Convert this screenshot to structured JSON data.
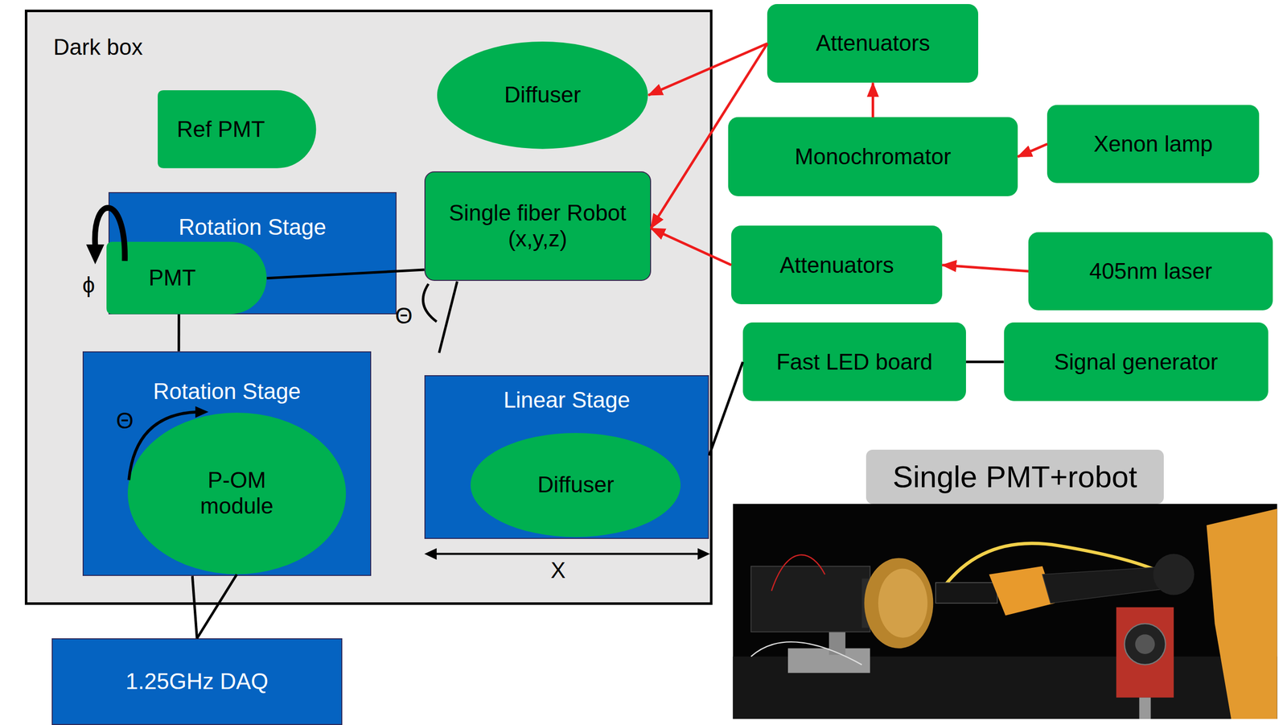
{
  "diagram": {
    "nodes": [
      {
        "text": [
          "Dark box"
        ]
      },
      {
        "text": [
          "Ref PMT"
        ],
        "in": 0
      },
      {
        "text": [
          "Diffuser"
        ],
        "in": 0
      },
      {
        "text": [
          "Rotation Stage"
        ],
        "in": 0
      },
      {
        "text": [
          "PMT"
        ],
        "in": 3
      },
      {
        "text": [
          "Single fiber Robot (x,y,z)"
        ],
        "in": 0
      },
      {
        "text": [
          "Rotation Stage"
        ],
        "in": 0
      },
      {
        "text": [
          "P-OM module"
        ],
        "in": 6
      },
      {
        "text": [
          "Linear Stage"
        ],
        "in": 0
      },
      {
        "text": [
          "Diffuser"
        ],
        "in": 8
      },
      {
        "text": [
          "1.25GHz DAQ"
        ]
      },
      {
        "text": [
          "Attenuators"
        ]
      },
      {
        "text": [
          "Monochromator"
        ]
      },
      {
        "text": [
          "Xenon lamp"
        ]
      },
      {
        "text": [
          "Attenuators"
        ]
      },
      {
        "text": [
          "405nm laser"
        ]
      },
      {
        "text": [
          "Fast LED board"
        ]
      },
      {
        "text": [
          "Signal generator"
        ]
      },
      {
        "text": [
          "Single PMT+robot"
        ]
      }
    ],
    "edges": [
      {
        "from": 11,
        "to": 2,
        "arrow": "to"
      },
      {
        "from": 11,
        "to": 5,
        "arrow": "to"
      },
      {
        "from": 12,
        "to": 11,
        "arrow": "to"
      },
      {
        "from": 13,
        "to": 12,
        "arrow": "to"
      },
      {
        "from": 15,
        "to": 14,
        "arrow": "to"
      },
      {
        "from": 14,
        "to": 5,
        "arrow": "to"
      },
      {
        "from": 16,
        "to": 17,
        "arrow": "none"
      },
      {
        "from": 16,
        "to": 8,
        "arrow": "none"
      },
      {
        "from": 4,
        "to": 5,
        "arrow": "none"
      },
      {
        "from": 3,
        "to": 6,
        "arrow": "none"
      },
      {
        "from": 10,
        "to": 6,
        "arrow": "none"
      },
      {
        "from": 10,
        "to": 7,
        "arrow": "none"
      }
    ],
    "labels": [
      "ϕ",
      "Θ",
      "Θ",
      "X"
    ]
  }
}
